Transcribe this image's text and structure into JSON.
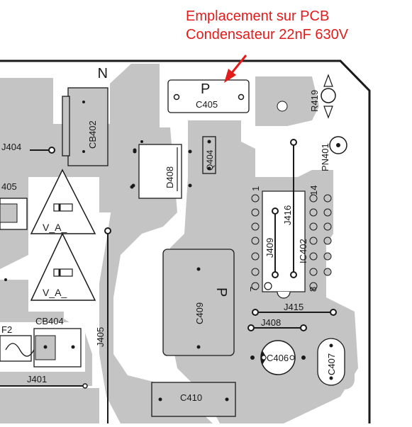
{
  "annotation": {
    "line1": "Emplacement sur PCB",
    "line2": "Condensateur 22nF 630V",
    "color": "#e21b1b"
  },
  "colors": {
    "copper": "#c4c4c4",
    "background": "#ffffff",
    "silkscreen": "#1a1a1a",
    "arrow": "#e21b1b"
  },
  "labels": {
    "c405": "C405",
    "cb402": "CB402",
    "d408": "D408",
    "q404": "Q404",
    "r419": "R419",
    "pn401": "PN401",
    "j404": "J404",
    "j405_left": "405",
    "j405": "J405",
    "j416": "J416",
    "j409": "J409",
    "ic402": "IC402",
    "pin1": "1",
    "pin14": "14",
    "pin7": "7",
    "pin8": "8",
    "c409": "C409",
    "j415": "J415",
    "j408": "J408",
    "c406": "C406",
    "c407": "C407",
    "f2": "F2",
    "cb404": "CB404",
    "j401": "J401",
    "c410": "C410",
    "va1": "V_A_",
    "va2": "V_A_",
    "p_c405": "P",
    "p_c409": "P",
    "n_mark": "N"
  }
}
